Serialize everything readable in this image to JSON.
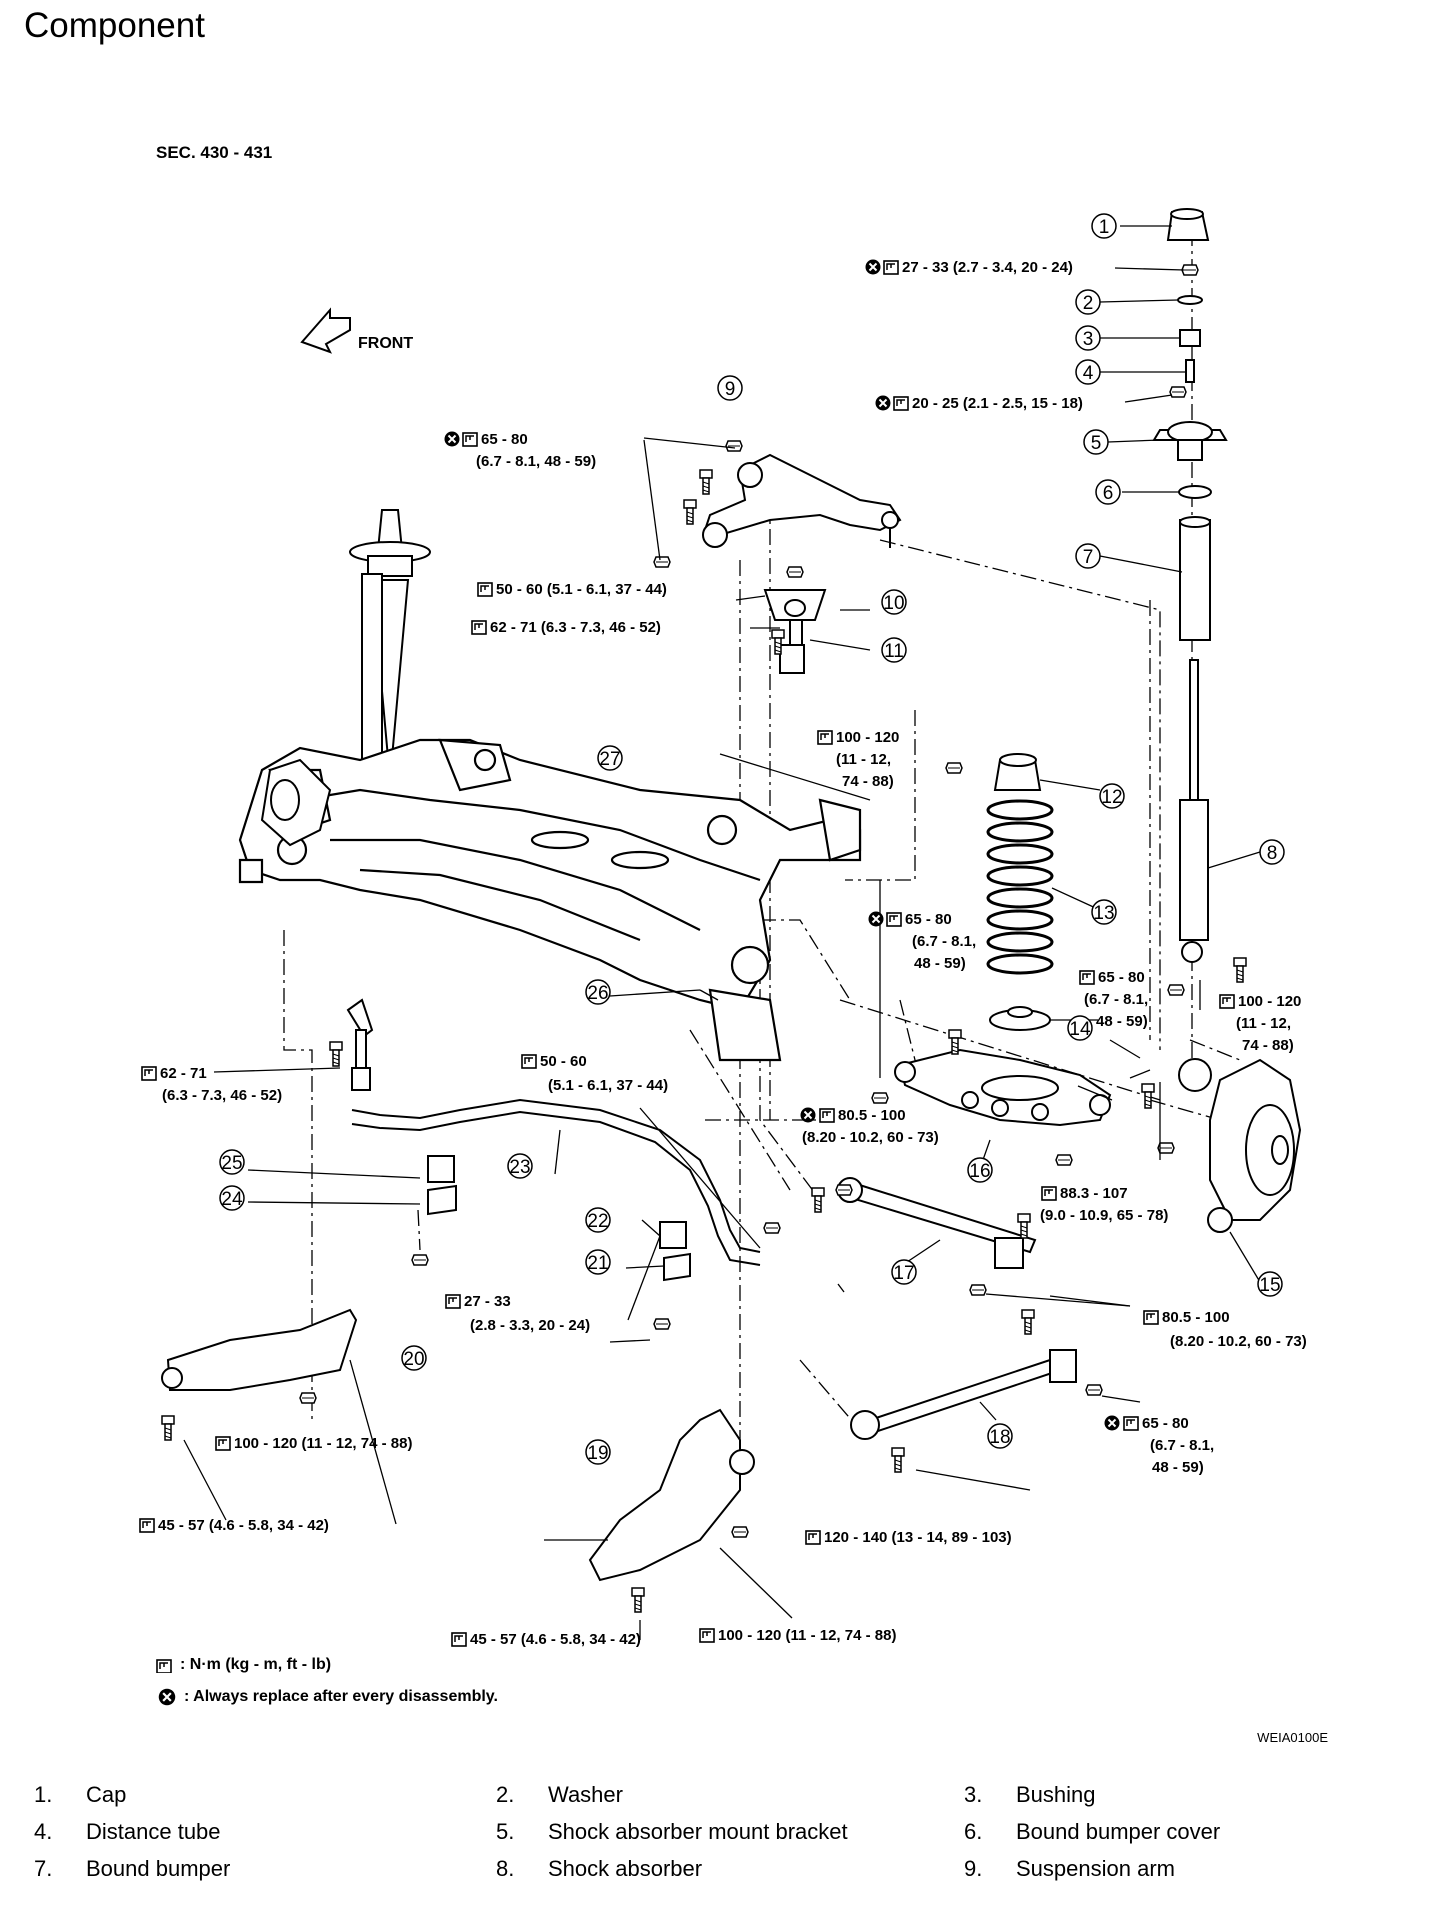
{
  "page": {
    "title": "Component",
    "section": "SEC. 430 - 431",
    "figure_code": "WEIA0100E",
    "front_label": "FRONT"
  },
  "legend": {
    "torque_units": ": N·m (kg - m, ft - lb)",
    "always_replace": ": Always replace after every disassembly."
  },
  "callouts": [
    "1",
    "2",
    "3",
    "4",
    "5",
    "6",
    "7",
    "8",
    "9",
    "10",
    "11",
    "12",
    "13",
    "14",
    "15",
    "16",
    "17",
    "18",
    "19",
    "20",
    "21",
    "22",
    "23",
    "24",
    "25",
    "26",
    "27"
  ],
  "torques": {
    "t1": "27 - 33 (2.7 - 3.4, 20 - 24)",
    "t2": "20 - 25 (2.1 - 2.5, 15 - 18)",
    "t3a": "65 - 80",
    "t3b": "(6.7 - 8.1, 48 - 59)",
    "t4": "50 - 60 (5.1 - 6.1, 37 - 44)",
    "t5": "62 - 71 (6.3 - 7.3, 46 - 52)",
    "t6a": "100 - 120",
    "t6b": "(11 - 12,",
    "t6c": "74 - 88)",
    "t7a": "65 - 80",
    "t7b": "(6.7 - 8.1,",
    "t7c": "48 - 59)",
    "t8a": "65 - 80",
    "t8b": "(6.7 - 8.1,",
    "t8c": "48 - 59)",
    "t9a": "100 - 120",
    "t9b": "(11 - 12,",
    "t9c": "74 - 88)",
    "t10a": "62 - 71",
    "t10b": "(6.3 - 7.3, 46 - 52)",
    "t11a": "50 - 60",
    "t11b": "(5.1 - 6.1, 37 - 44)",
    "t12a": "80.5 - 100",
    "t12b": "(8.20 - 10.2, 60 - 73)",
    "t13a": "88.3 - 107",
    "t13b": "(9.0 - 10.9, 65 - 78)",
    "t14a": "27 - 33",
    "t14b": "(2.8 - 3.3, 20 - 24)",
    "t15a": "80.5 - 100",
    "t15b": "(8.20 - 10.2, 60 - 73)",
    "t16": "100 - 120 (11 - 12, 74 - 88)",
    "t17a": "65 - 80",
    "t17b": "(6.7 - 8.1,",
    "t17c": "48 - 59)",
    "t18": "45 - 57 (4.6 - 5.8, 34 - 42)",
    "t19": "120 - 140 (13 - 14, 89 - 103)",
    "t20": "45 - 57 (4.6 - 5.8, 34 - 42)",
    "t21": "100 - 120 (11 - 12, 74 - 88)"
  },
  "parts": [
    {
      "num": "1.",
      "name": "Cap"
    },
    {
      "num": "2.",
      "name": "Washer"
    },
    {
      "num": "3.",
      "name": "Bushing"
    },
    {
      "num": "4.",
      "name": "Distance tube"
    },
    {
      "num": "5.",
      "name": "Shock absorber mount bracket"
    },
    {
      "num": "6.",
      "name": "Bound bumper cover"
    },
    {
      "num": "7.",
      "name": "Bound bumper"
    },
    {
      "num": "8.",
      "name": "Shock absorber"
    },
    {
      "num": "9.",
      "name": "Suspension arm"
    }
  ]
}
